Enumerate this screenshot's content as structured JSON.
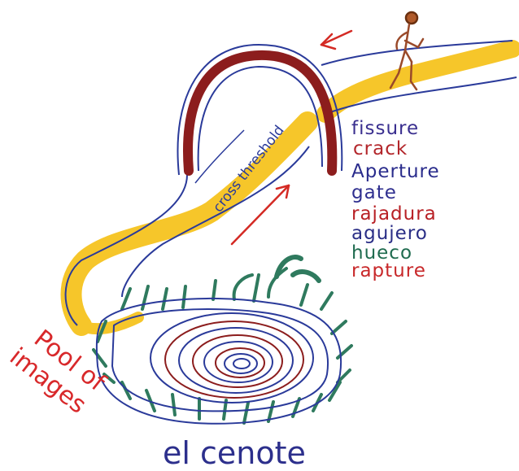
{
  "drawing": {
    "path_label": "cross threshold",
    "words": [
      {
        "text": "fissure",
        "color": "#3a2f8f"
      },
      {
        "text": "crack",
        "color": "#b3262b"
      },
      {
        "text": "Aperture",
        "color": "#2a2c8c"
      },
      {
        "text": "gate",
        "color": "#2f2f8f"
      },
      {
        "text": "rajadura",
        "color": "#b82025"
      },
      {
        "text": "agujero",
        "color": "#2a2e86"
      },
      {
        "text": "hueco",
        "color": "#1f6b4f"
      },
      {
        "text": "rapture",
        "color": "#c8282a"
      }
    ],
    "pool_label_lines": [
      "Pool of",
      "images"
    ],
    "pool_label_color": "#d8282a",
    "cenote_label": "el cenote",
    "cenote_label_color": "#2c2f8c"
  },
  "colors": {
    "path_yellow": "#f6c62a",
    "gate_red": "#8c1d1d",
    "ink_blue": "#2a3a9a",
    "ink_green": "#2f7a5e",
    "arrow_red": "#d42a24",
    "figure_brown": "#9a4a2a"
  },
  "icons": [
    "arrow-icon",
    "arrow-icon",
    "figure-icon"
  ]
}
